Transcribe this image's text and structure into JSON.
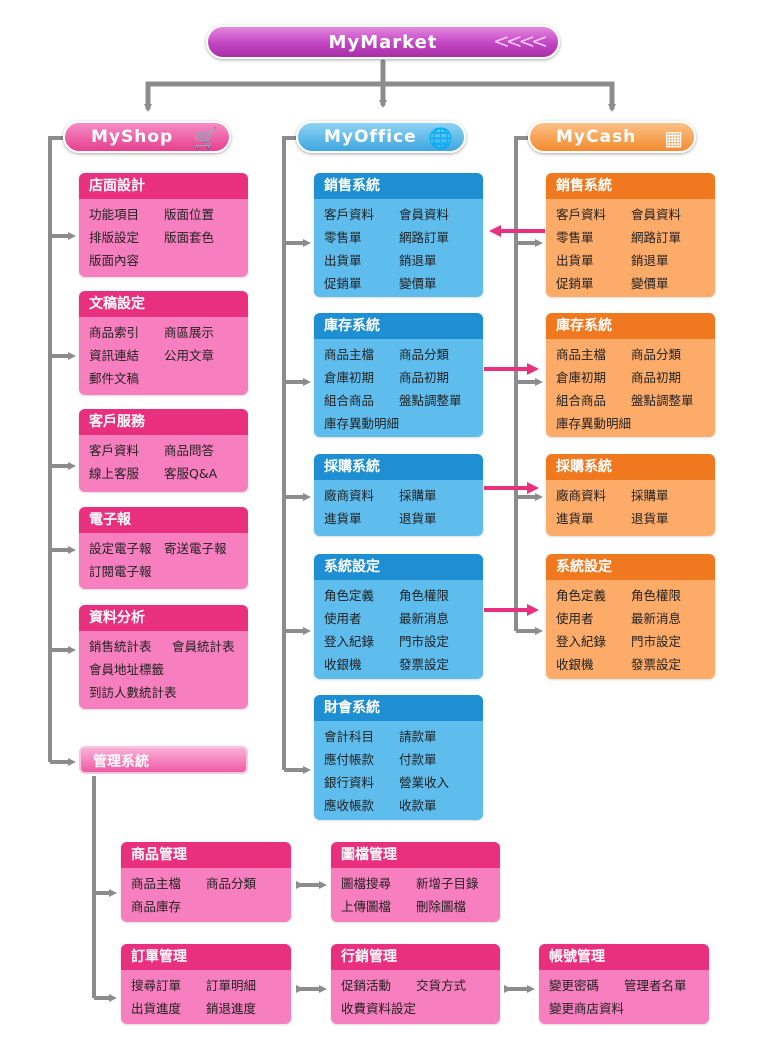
{
  "title": "MyMarket",
  "columns": {
    "shop": {
      "title": "MyShop",
      "icon": "shopping-cart-icon"
    },
    "office": {
      "title": "MyOffice",
      "icon": "globe-icon"
    },
    "cash": {
      "title": "MyCash",
      "icon": "cash-register-icon"
    }
  },
  "shop_boxes": [
    {
      "title": "店面設計",
      "items": [
        "功能項目",
        "版面位置",
        "排版設定",
        "版面套色",
        "版面內容"
      ]
    },
    {
      "title": "文稿設定",
      "items": [
        "商品索引",
        "商區展示",
        "資訊連結",
        "公用文章",
        "郵件文稿"
      ]
    },
    {
      "title": "客戶服務",
      "items": [
        "客戶資料",
        "商品問答",
        "線上客服",
        "客服Q&A"
      ]
    },
    {
      "title": "電子報",
      "items": [
        "設定電子報",
        "寄送電子報",
        "訂閱電子報"
      ]
    },
    {
      "title": "資料分析",
      "items": [
        "銷售統計表",
        "會員統計表",
        "會員地址標籤",
        "到訪人數統計表"
      ]
    }
  ],
  "shop_mgmt": "管理系統",
  "office_boxes": [
    {
      "title": "銷售系統",
      "items": [
        "客戶資料",
        "會員資料",
        "零售單",
        "網路訂單",
        "出貨單",
        "銷退單",
        "促銷單",
        "變價單"
      ]
    },
    {
      "title": "庫存系統",
      "items": [
        "商品主檔",
        "商品分類",
        "倉庫初期",
        "商品初期",
        "組合商品",
        "盤點調整單",
        "庫存異動明細"
      ]
    },
    {
      "title": "採購系統",
      "items": [
        "廠商資料",
        "採購單",
        "進貨單",
        "退貨單"
      ]
    },
    {
      "title": "系統設定",
      "items": [
        "角色定義",
        "角色權限",
        "使用者",
        "最新消息",
        "登入紀錄",
        "門市設定",
        "收銀機",
        "發票設定"
      ]
    },
    {
      "title": "財會系統",
      "items": [
        "會計科目",
        "請款單",
        "應付帳款",
        "付款單",
        "銀行資料",
        "營業收入",
        "應收帳款",
        "收款單"
      ]
    }
  ],
  "cash_boxes": [
    {
      "title": "銷售系統",
      "items": [
        "客戶資料",
        "會員資料",
        "零售單",
        "網路訂單",
        "出貨單",
        "銷退單",
        "促銷單",
        "變價單"
      ]
    },
    {
      "title": "庫存系統",
      "items": [
        "商品主檔",
        "商品分類",
        "倉庫初期",
        "商品初期",
        "組合商品",
        "盤點調整單",
        "庫存異動明細"
      ]
    },
    {
      "title": "採購系統",
      "items": [
        "廠商資料",
        "採購單",
        "進貨單",
        "退貨單"
      ]
    },
    {
      "title": "系統設定",
      "items": [
        "角色定義",
        "角色權限",
        "使用者",
        "最新消息",
        "登入紀錄",
        "門市設定",
        "收銀機",
        "發票設定"
      ]
    }
  ],
  "mgmt_boxes": [
    {
      "title": "商品管理",
      "items": [
        "商品主檔",
        "商品分類",
        "商品庫存"
      ]
    },
    {
      "title": "圖檔管理",
      "items": [
        "圖檔搜尋",
        "新增子目錄",
        "上傳圖檔",
        "刪除圖檔"
      ]
    },
    {
      "title": "訂單管理",
      "items": [
        "搜尋訂單",
        "訂單明細",
        "出貨進度",
        "銷退進度"
      ]
    },
    {
      "title": "行銷管理",
      "items": [
        "促銷活動",
        "交貨方式",
        "收費資料設定"
      ]
    },
    {
      "title": "帳號管理",
      "items": [
        "變更密碼",
        "管理者名單",
        "變更商店資料"
      ]
    }
  ],
  "colors": {
    "pink_header": "#e8307e",
    "pink_body": "#f87fbf",
    "blue_header": "#1f8fd3",
    "blue_body": "#5fbdee",
    "orange_header": "#f0791f",
    "orange_body": "#fdab69",
    "connector": "#8c8c8c",
    "link_arrow": "#e8307e"
  }
}
